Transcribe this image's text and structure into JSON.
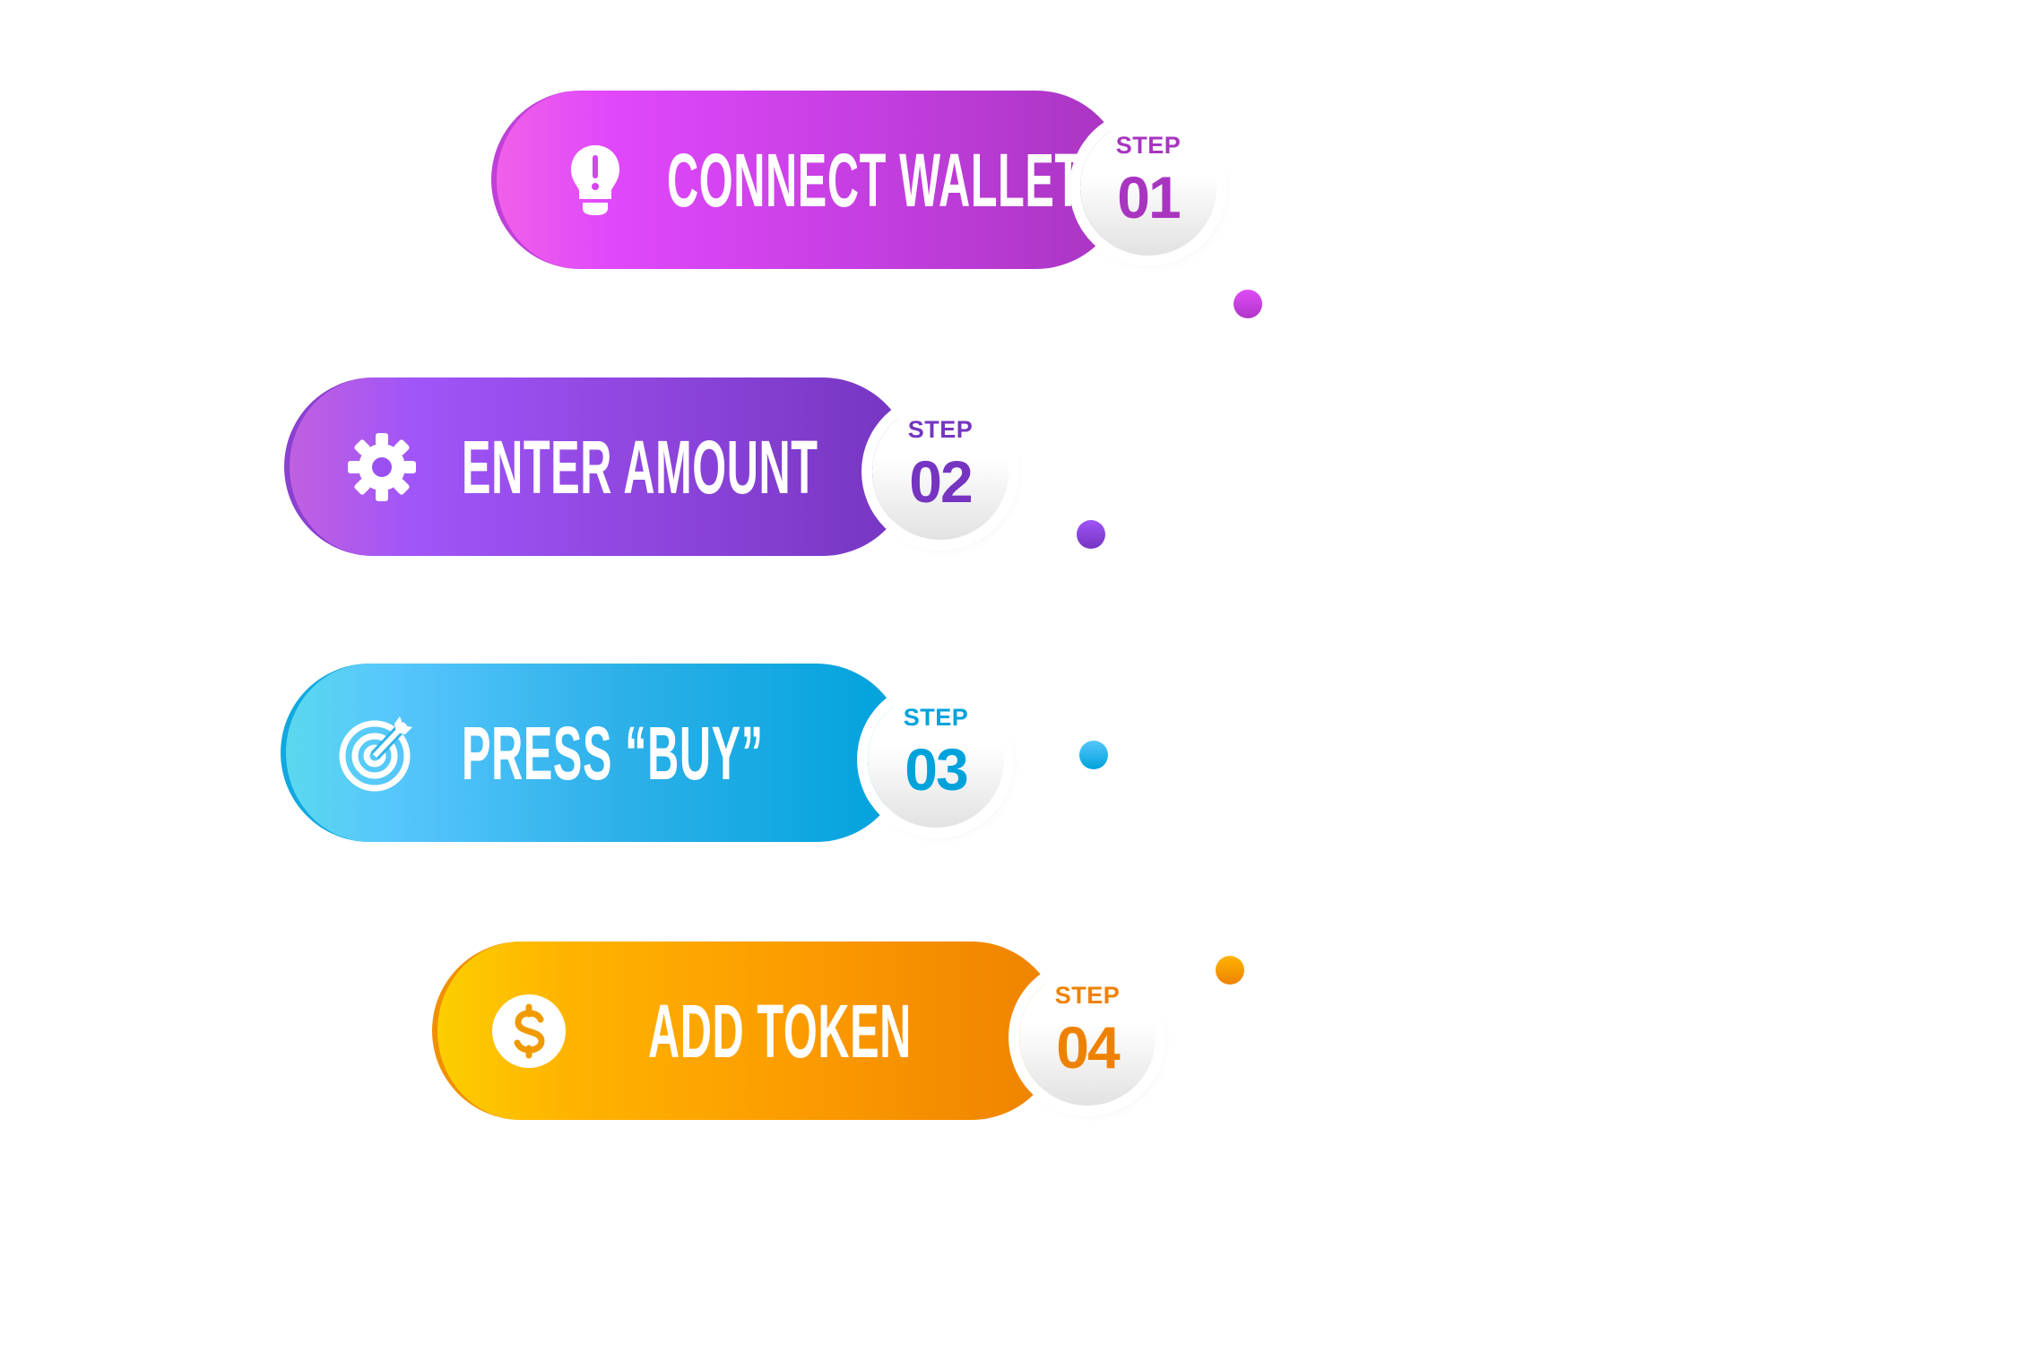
{
  "steps": [
    {
      "label": "CONNECT WALLET",
      "step_label": "STEP",
      "number": "01",
      "icon": "lightbulb-exclamation-icon",
      "colors": {
        "start": "#f060e8",
        "mid": "#e048fb",
        "end": "#a835c0",
        "text": "#a835c0"
      }
    },
    {
      "label": "ENTER AMOUNT",
      "step_label": "STEP",
      "number": "02",
      "icon": "gear-icon",
      "colors": {
        "start": "#c060e0",
        "mid": "#a055f8",
        "end": "#7535c0",
        "text": "#7535c0"
      }
    },
    {
      "label": "PRESS “BUY”",
      "step_label": "STEP",
      "number": "03",
      "icon": "target-arrow-icon",
      "colors": {
        "start": "#5ad8ee",
        "mid": "#56c6fc",
        "end": "#00a2dc",
        "text": "#00a2dc"
      }
    },
    {
      "label": "ADD TOKEN",
      "step_label": "STEP",
      "number": "04",
      "icon": "dollar-coin-icon",
      "colors": {
        "start": "#fcce00",
        "mid": "#ffb400",
        "end": "#ee8200",
        "text": "#ee8200"
      }
    }
  ]
}
